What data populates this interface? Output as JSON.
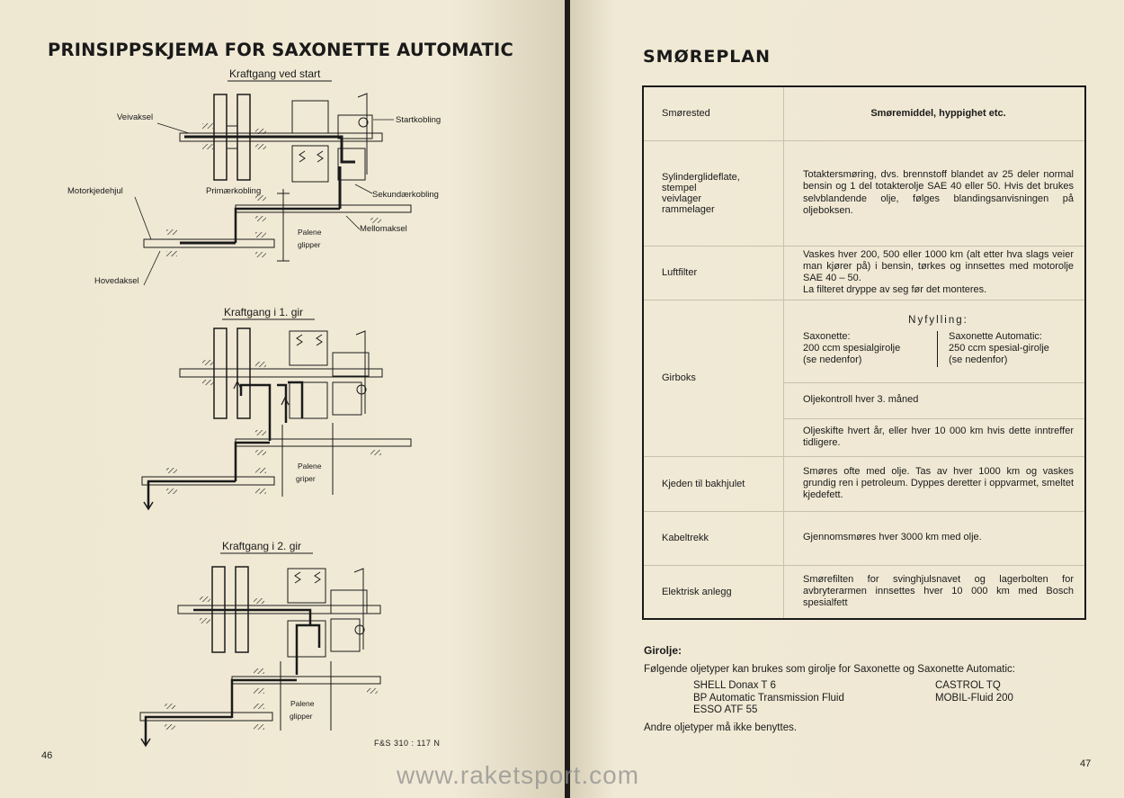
{
  "left_page": {
    "title": "PRINSIPPSKJEMA FOR SAXONETTE AUTOMATIC",
    "page_number": "46",
    "code": "F&S  310 : 117 N",
    "diagram1": {
      "caption": "Kraftgang ved start",
      "labels": {
        "veivaksel": "Veivaksel",
        "startkobling": "Startkobling",
        "motorkjedehjul": "Motorkjedehjul",
        "primaerkobling": "Primærkobling",
        "sekundaerkobling": "Sekundærkobling",
        "mellomaksel": "Mellomaksel",
        "palene1": "Palene",
        "palene2": "glipper",
        "hovedaksel": "Hovedaksel"
      }
    },
    "diagram2": {
      "caption": "Kraftgang i 1. gir",
      "palene1": "Palene",
      "palene2": "griper"
    },
    "diagram3": {
      "caption": "Kraftgang i 2. gir",
      "palene1": "Palene",
      "palene2": "glipper"
    }
  },
  "right_page": {
    "title": "SMØREPLAN",
    "page_number": "47",
    "table": {
      "header_col1": "Smørested",
      "header_col2": "Smøremiddel, hyppighet etc.",
      "rows": [
        {
          "place_lines": [
            "Sylinderglideflate,",
            "stempel",
            "veivlager",
            "rammelager"
          ],
          "text": "Totaktersmøring, dvs. brennstoff blandet av 25 deler normal bensin og 1 del totakterolje SAE 40 eller 50. Hvis det brukes selvblandende olje, følges blandingsanvisningen på oljeboksen."
        },
        {
          "place": "Luftfilter",
          "text": "Vaskes hver 200, 500 eller 1000 km (alt etter hva slags veier man kjører på) i bensin, tørkes og innsettes med motorolje SAE 40 – 50.",
          "text2": "La filteret dryppe av seg før det monteres."
        },
        {
          "place": "Girboks",
          "nyfylling_title": "Nyfylling:",
          "saxonette_lines": [
            "Saxonette:",
            "200 ccm spesialgirolje",
            "(se nedenfor)"
          ],
          "automatic_lines": [
            "Saxonette Automatic:",
            "250 ccm spesial-girolje",
            "(se nedenfor)"
          ],
          "oil_check": "Oljekontroll hver 3. måned",
          "oil_change": "Oljeskifte hvert år, eller hver 10 000 km hvis dette inntreffer tidligere."
        },
        {
          "place": "Kjeden til bakhjulet",
          "text": "Smøres ofte med olje. Tas av hver 1000 km og vaskes grundig ren i petroleum. Dyppes deretter i oppvarmet, smeltet kjedefett."
        },
        {
          "place": "Kabeltrekk",
          "text": "Gjennomsmøres hver 3000 km med olje."
        },
        {
          "place": "Elektrisk anlegg",
          "text": "Smørefilten for svinghjulsnavet og lagerbolten for avbryterarmen innsettes hver 10 000 km med Bosch spesialfett"
        }
      ]
    },
    "girolje": {
      "title": "Girolje:",
      "intro": "Følgende oljetyper kan brukes som girolje for Saxonette og Saxonette Automatic:",
      "left_list": [
        "SHELL Donax T 6",
        "BP Automatic Transmission Fluid",
        "ESSO ATF 55"
      ],
      "right_list": [
        "CASTROL TQ",
        "MOBIL-Fluid 200"
      ],
      "footer": "Andre oljetyper må ikke benyttes."
    }
  },
  "watermark": "www.raketsport.com"
}
